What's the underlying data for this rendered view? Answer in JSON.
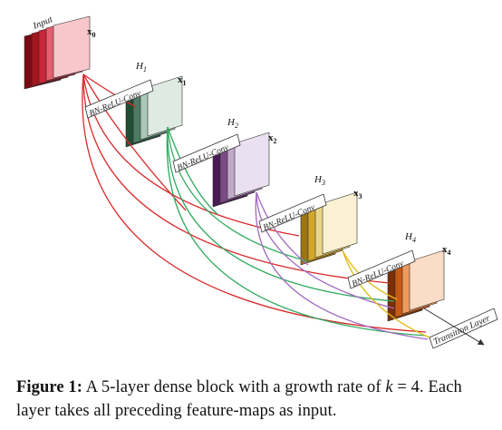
{
  "figure": {
    "input_label": "Input",
    "blocks": [
      {
        "x": "x",
        "sub": "0",
        "h": "",
        "hsub": "",
        "op": ""
      },
      {
        "x": "x",
        "sub": "1",
        "h": "H",
        "hsub": "1",
        "op": "BN-ReLU-Conv"
      },
      {
        "x": "x",
        "sub": "2",
        "h": "H",
        "hsub": "2",
        "op": "BN-ReLU-Conv"
      },
      {
        "x": "x",
        "sub": "3",
        "h": "H",
        "hsub": "3",
        "op": "BN-ReLU-Conv"
      },
      {
        "x": "x",
        "sub": "4",
        "h": "H",
        "hsub": "4",
        "op": "BN-ReLU-Conv"
      }
    ],
    "transition_label": "Transition Layer",
    "colors": {
      "x0": [
        "#7a0a12",
        "#a3141d",
        "#c8283a",
        "#e3606e",
        "#f8c7cc"
      ],
      "x1": [
        "#1f4e35",
        "#4d7b63",
        "#aac7b7",
        "#deeae2"
      ],
      "x2": [
        "#4a1a56",
        "#7b4b86",
        "#c2a8ca",
        "#ebe0ef"
      ],
      "x3": [
        "#9b7414",
        "#d3a82a",
        "#ecd58a",
        "#fbf1d2"
      ],
      "x4": [
        "#7a2f08",
        "#c85a16",
        "#ef9a5e",
        "#fbdcc6"
      ],
      "arrow_red": "#d92b2b",
      "arrow_green": "#2faa5f",
      "arrow_purple": "#a26bc1",
      "arrow_yellow": "#e2bb17"
    }
  },
  "caption": {
    "label": "Figure 1:",
    "text_before_k": "A 5-layer dense block with a growth rate of",
    "k_var": "k",
    "text_after_k": "= 4. Each layer takes all preceding feature-maps as input."
  }
}
